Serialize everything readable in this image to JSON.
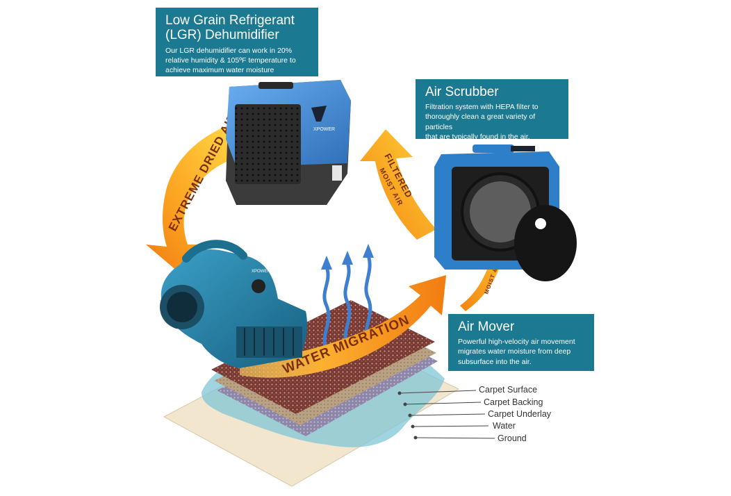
{
  "dehumidifier": {
    "title_line1": "Low Grain Refrigerant",
    "title_line2": "(LGR) Dehumidifier",
    "desc_line1": "Our LGR  dehumidifier can work in 20%",
    "desc_line2": "relative humidity & 105ºF temperature to",
    "desc_line3": "achieve maximum water moisture extraction.",
    "brand": "XPOWER"
  },
  "scrubber": {
    "title": "Air Scrubber",
    "desc_line1": "Filtration system with HEPA filter to",
    "desc_line2": "thoroughly clean a great variety of particles",
    "desc_line3": "that are typically found in the air."
  },
  "mover": {
    "title": "Air Mover",
    "desc_line1": "Powerful high-velocity air movement",
    "desc_line2": "migrates water moisture from deep",
    "desc_line3": "subsurface into the air.",
    "brand": "XPOWER"
  },
  "arrows": {
    "extreme_dried_air": "EXTREME DRIED AIR",
    "filtered_line1": "FILTERED",
    "filtered_line2": "MOIST AIR",
    "moist_dirty_air": "MOIST & DIRTY AIR",
    "water_migration": "WATER MIGRATION"
  },
  "layers": [
    "Carpet Surface",
    "Carpet Backing",
    "Carpet Underlay",
    "Water",
    "Ground"
  ],
  "colors": {
    "box": "#1b7a92",
    "arrow_light": "#ffd23a",
    "arrow_dark": "#f07a10",
    "device_blue": "#4a8fd8",
    "vapor": "#3f7fcf"
  }
}
